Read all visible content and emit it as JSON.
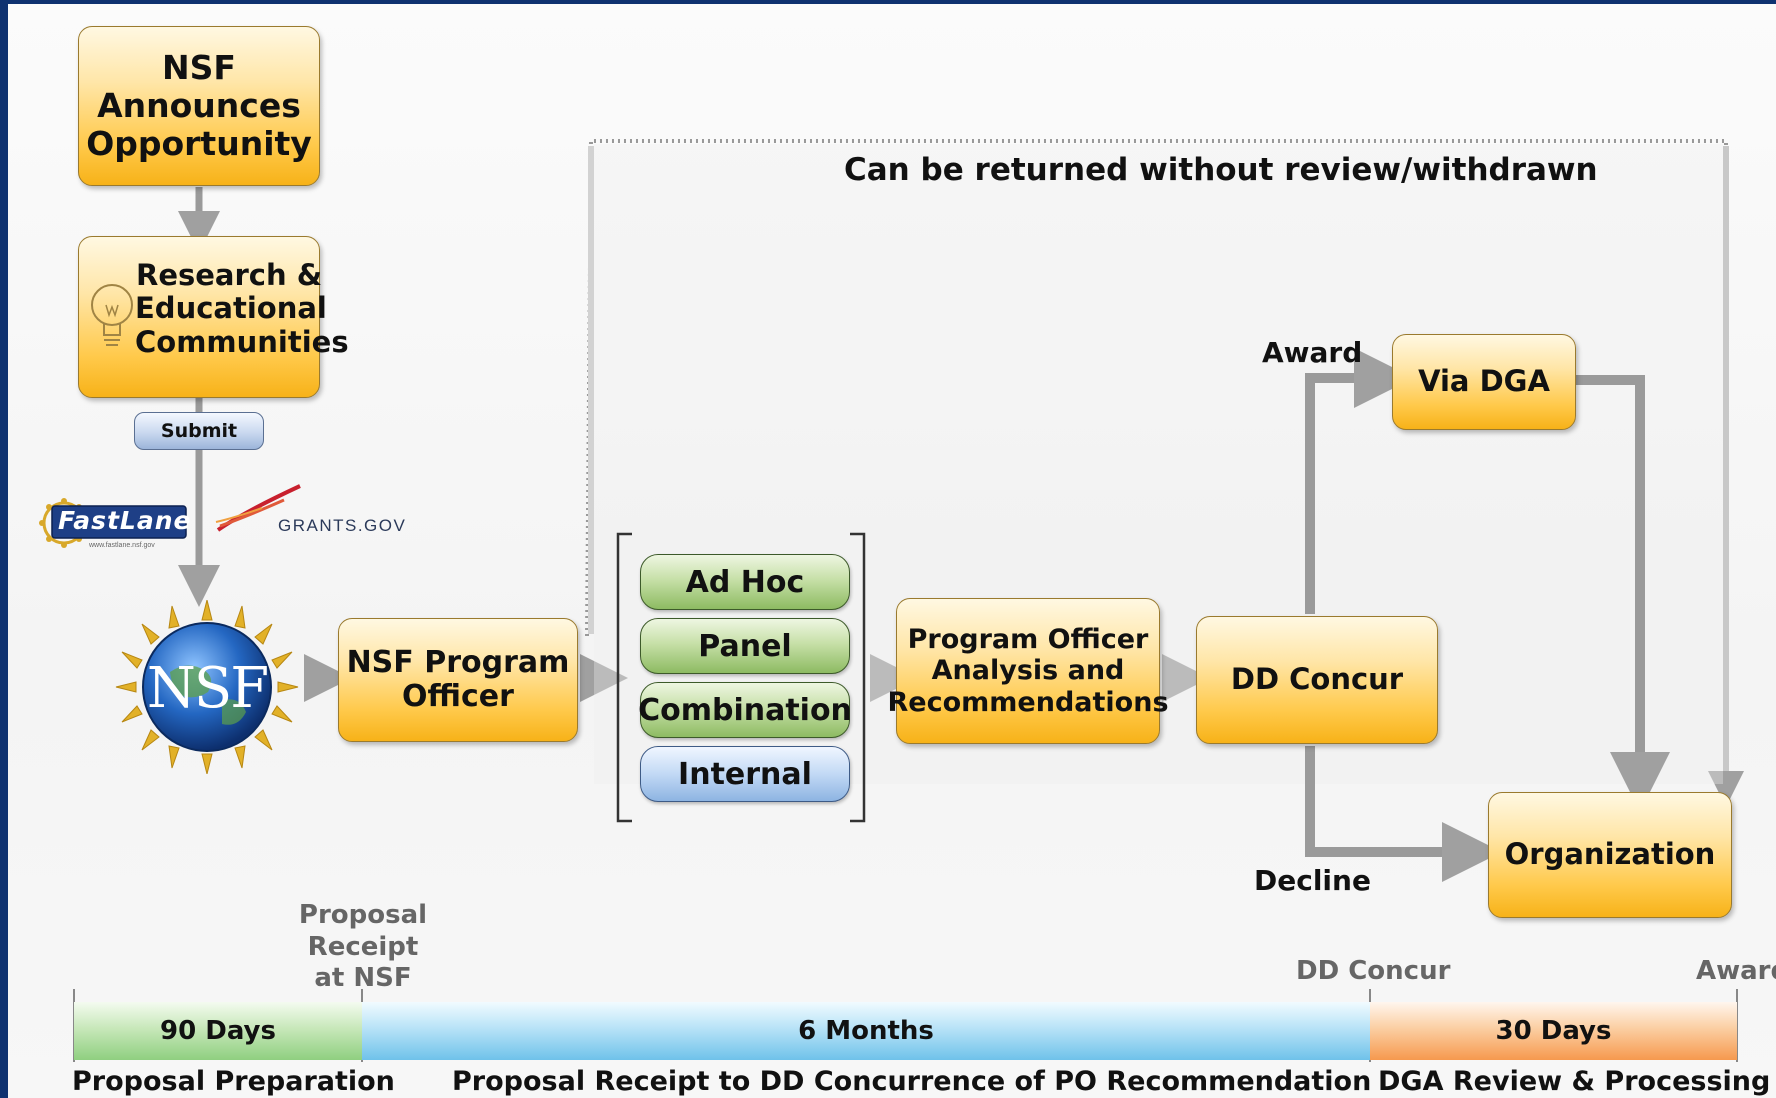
{
  "top_note": "Can be returned without review/withdrawn",
  "boxes": {
    "announce": "NSF\nAnnounces\nOpportunity",
    "research": "Research &\nEducational\nCommunities",
    "program_officer": "NSF Program\nOfficer",
    "analysis": "Program Officer\nAnalysis and\nRecommendations",
    "dd_concur": "DD Concur",
    "via_dga": "Via DGA",
    "organization": "Organization"
  },
  "submit": "Submit",
  "logos": {
    "fastlane": "FastLane",
    "fastlane_url": "www.fastlane.nsf.gov",
    "grants": "GRANTS.GOV",
    "nsf": "NSF"
  },
  "review_types": [
    "Ad Hoc",
    "Panel",
    "Combination",
    "Internal"
  ],
  "branches": {
    "award": "Award",
    "decline": "Decline"
  },
  "timeline": {
    "markers": {
      "receipt": "Proposal\nReceipt\nat NSF",
      "dd_concur": "DD Concur",
      "award": "Award"
    },
    "segments": [
      {
        "duration": "90 Days",
        "label": "Proposal Preparation",
        "color": "#a8d89a"
      },
      {
        "duration": "6 Months",
        "label": "Proposal Receipt to DD Concurrence of PO Recommendation",
        "color": "#7cc8ee"
      },
      {
        "duration": "30 Days",
        "label": "DGA Review & Processing",
        "color": "#f7a860"
      }
    ]
  }
}
